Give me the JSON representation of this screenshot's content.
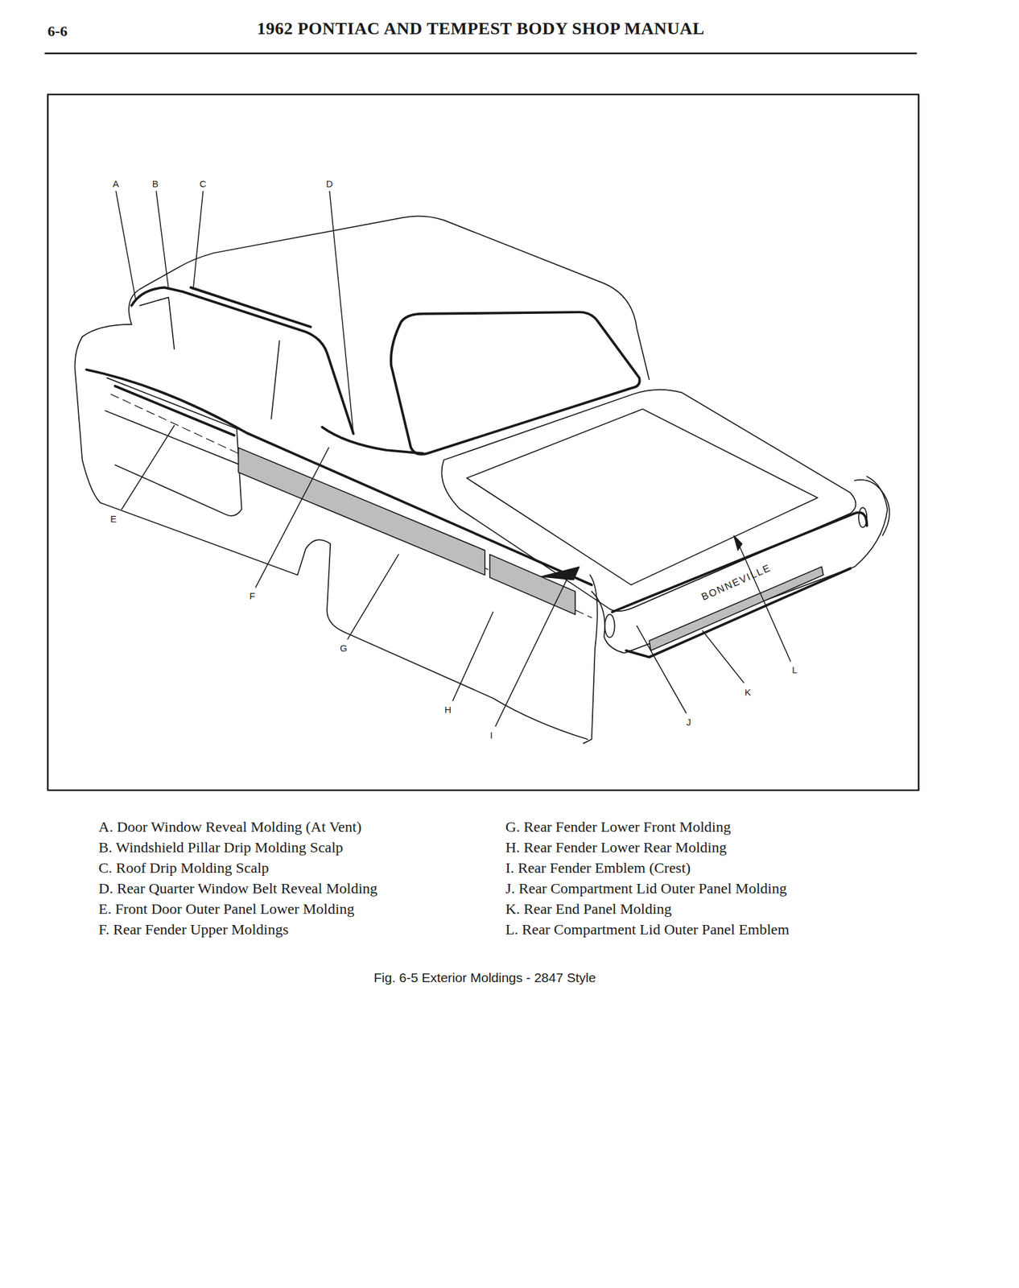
{
  "diagram": {
    "title": "1962 PONTIAC AND TEMPEST BODY SHOP MANUAL",
    "caption": "Fig. 6-5 Exterior Moldings - 2847 Style",
    "labels": [
      "6-6",
      "BONNEVILLE",
      "A",
      "B",
      "C",
      "D",
      "E",
      "F",
      "G",
      "H",
      "I",
      "J",
      "K",
      "L",
      "A. Door Window Reveal Molding (At Vent)",
      "B. Windshield Pillar Drip Molding Scalp",
      "C. Roof Drip Molding Scalp",
      "D. Rear Quarter Window Belt Reveal Molding",
      "E. Front Door Outer Panel Lower Molding",
      "F. Rear Fender Upper Moldings",
      "G. Rear Fender Lower Front Molding",
      "H. Rear Fender Lower Rear Molding",
      "I. Rear Fender Emblem (Crest)",
      "J. Rear Compartment Lid Outer Panel Molding",
      "K. Rear End Panel Molding",
      "L. Rear Compartment Lid Outer Panel Emblem"
    ]
  }
}
